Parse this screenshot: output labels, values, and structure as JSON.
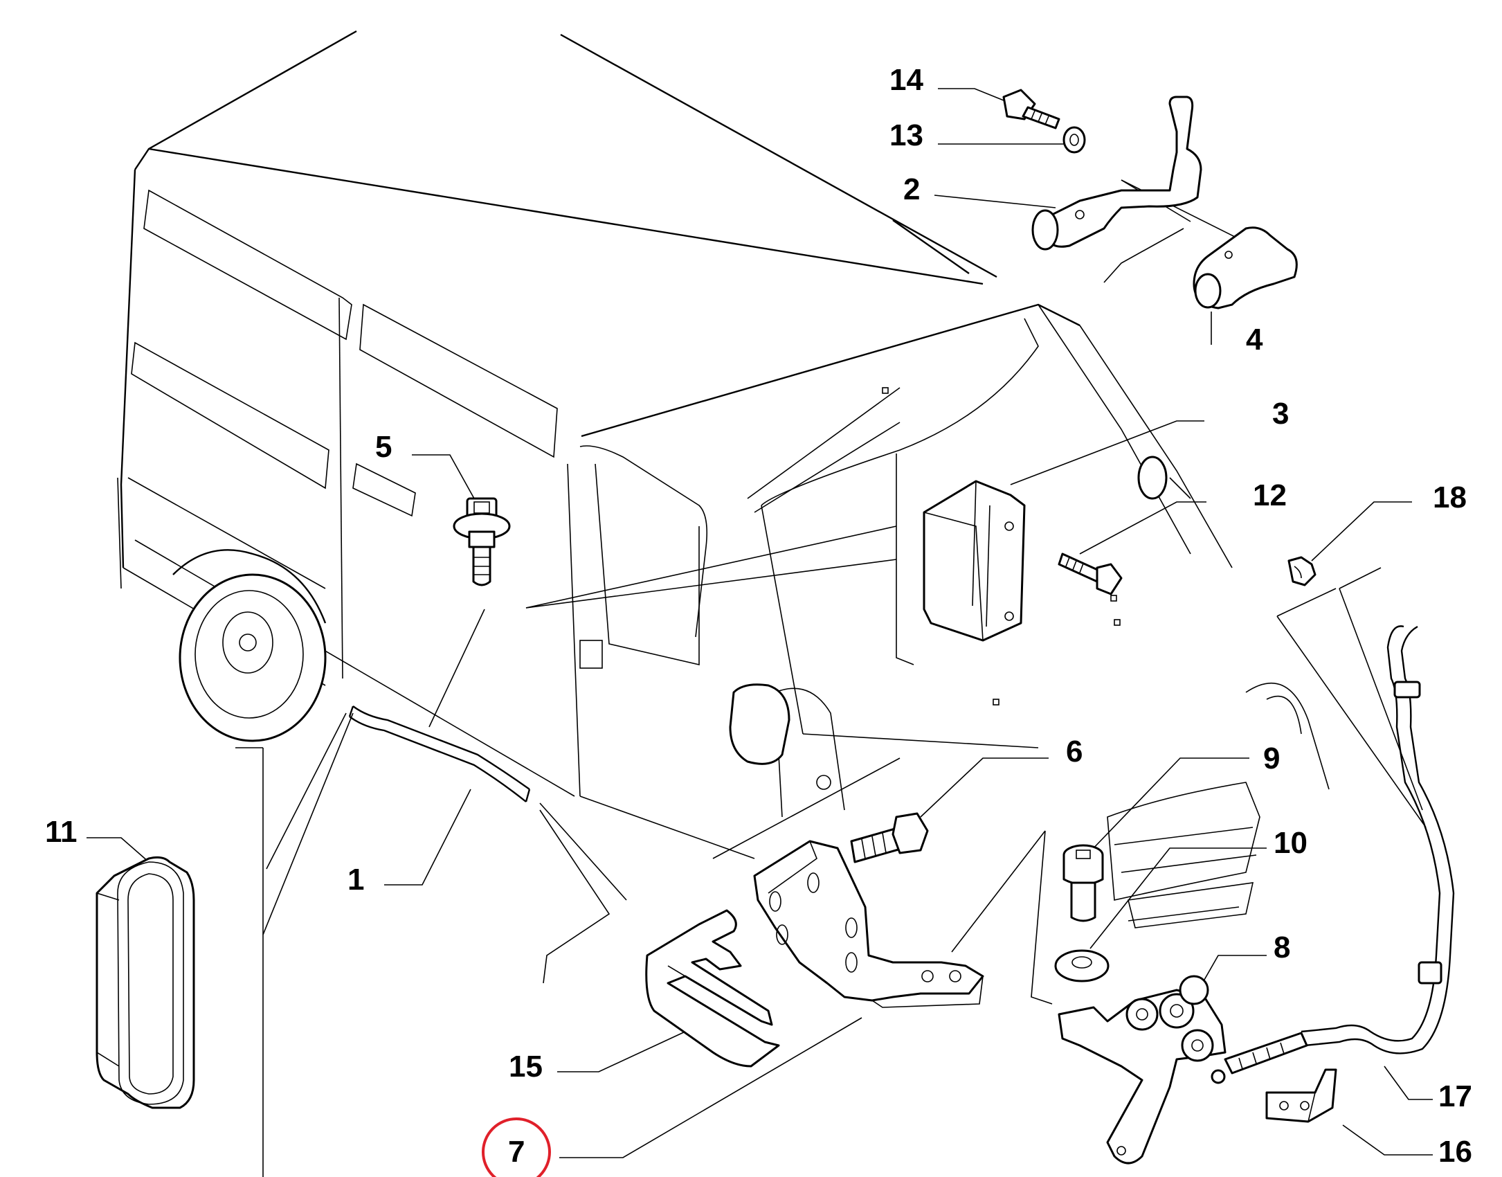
{
  "callouts": [
    {
      "id": "c1",
      "text": "1"
    },
    {
      "id": "c2",
      "text": "2"
    },
    {
      "id": "c3",
      "text": "3"
    },
    {
      "id": "c4",
      "text": "4"
    },
    {
      "id": "c5",
      "text": "5"
    },
    {
      "id": "c6",
      "text": "6"
    },
    {
      "id": "c7",
      "text": "7"
    },
    {
      "id": "c8",
      "text": "8"
    },
    {
      "id": "c9",
      "text": "9"
    },
    {
      "id": "c10",
      "text": "10"
    },
    {
      "id": "c11",
      "text": "11"
    },
    {
      "id": "c12",
      "text": "12"
    },
    {
      "id": "c13",
      "text": "13"
    },
    {
      "id": "c14",
      "text": "14"
    },
    {
      "id": "c15",
      "text": "15"
    },
    {
      "id": "c16",
      "text": "16"
    },
    {
      "id": "c17",
      "text": "17"
    },
    {
      "id": "c18",
      "text": "18"
    }
  ],
  "highlight": {
    "callout": "7",
    "color": "#e0202a"
  }
}
